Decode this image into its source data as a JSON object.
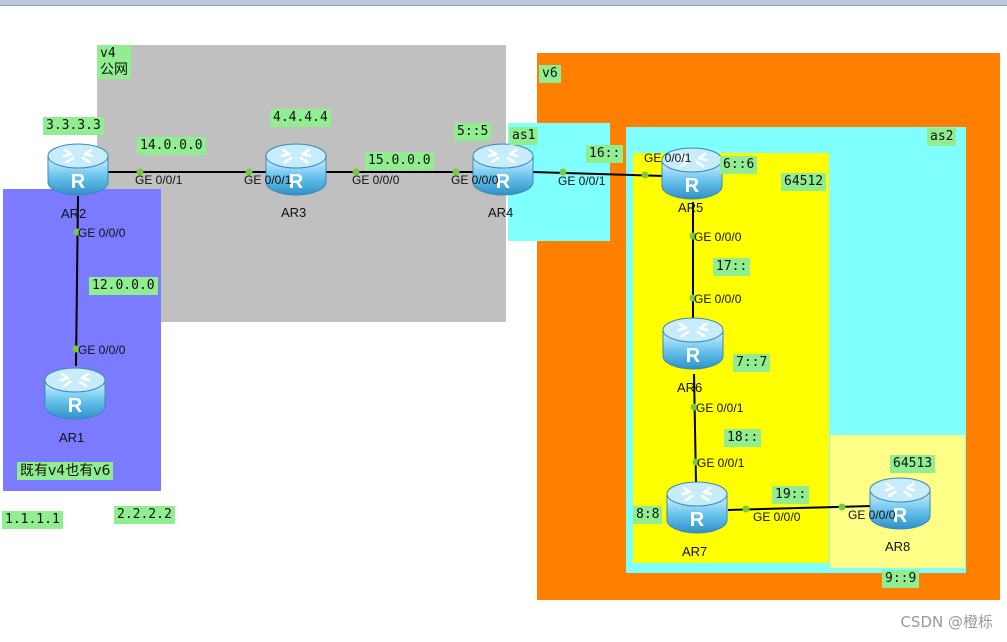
{
  "zones": {
    "v4_label": "v4",
    "public_label": "公网",
    "v6_label": "v6",
    "as1_label": "as1",
    "as2_label": "as2",
    "as_64512_label": "64512",
    "as_64513_label": "64513",
    "dual_stack_label": "既有v4也有v6"
  },
  "routers": {
    "ar1": "AR1",
    "ar2": "AR2",
    "ar3": "AR3",
    "ar4": "AR4",
    "ar5": "AR5",
    "ar6": "AR6",
    "ar7": "AR7",
    "ar8": "AR8"
  },
  "addresses": {
    "ar2_loopback": "3.3.3.3",
    "ar3_loopback": "4.4.4.4",
    "ar4_v6": "5::5",
    "ar5_v6": "6::6",
    "ar6_v6": "7::7",
    "ar7_v6": "8:8",
    "ar8_v6": "9::9",
    "ar1_v4": "1.1.1.1",
    "ar1_v4b": "2.2.2.2",
    "net_ar2_ar3": "14.0.0.0",
    "net_ar3_ar4": "15.0.0.0",
    "net_ar1_ar2": "12.0.0.0",
    "net_ar4_ar5": "16::",
    "net_ar5_ar6": "17::",
    "net_ar6_ar7": "18::",
    "net_ar7_ar8": "19::"
  },
  "interfaces": {
    "ar2_ge001": "GE 0/0/1",
    "ar2_ge000": "GE 0/0/0",
    "ar3_ge001": "GE 0/0/1",
    "ar3_ge000": "GE 0/0/0",
    "ar4_ge000": "GE 0/0/0",
    "ar4_ge001": "GE 0/0/1",
    "ar5_ge001": "GE 0/0/1",
    "ar5_ge000": "GE 0/0/0",
    "ar6_ge000": "GE 0/0/0",
    "ar6_ge001": "GE 0/0/1",
    "ar7_ge001": "GE 0/0/1",
    "ar7_ge000": "GE 0/0/0",
    "ar8_ge000": "GE 0/0/0",
    "ar1_ge000": "GE 0/0/0"
  },
  "colors": {
    "public_zone": "#c0c0c0",
    "dual_stack_zone": "#7b7bff",
    "v6_zone": "#ff7f00",
    "as_zone": "#80ffff",
    "as_64512_zone": "#ffff00",
    "as_64513_zone": "#ffff88",
    "label_bg": "#90ee90",
    "link": "#000000",
    "port_dot": "#7ac943"
  },
  "watermark": "CSDN @橙栎"
}
